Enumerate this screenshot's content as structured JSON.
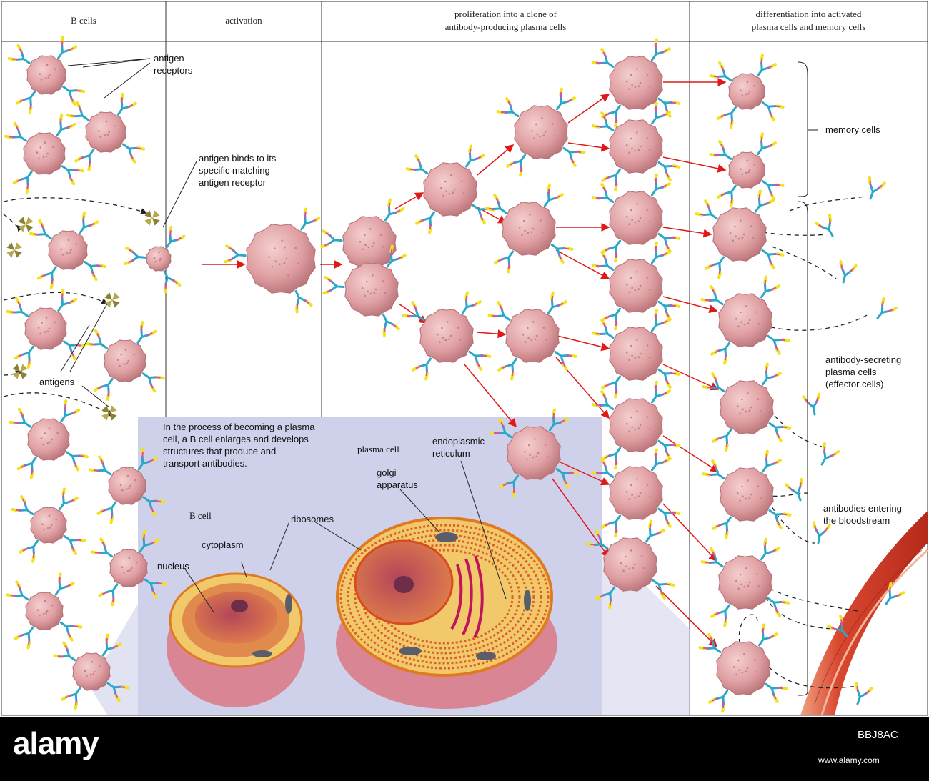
{
  "columns": {
    "b_cells": "B cells",
    "activation": "activation",
    "proliferation": "proliferation into a clone of\nantibody-producing plasma cells",
    "differentiation": "differentiation into activated\nplasma cells and memory cells"
  },
  "labels": {
    "antigen_receptors": "antigen\nreceptors",
    "antigen_binds": "antigen binds to its\nspecific matching\nantigen receptor",
    "antigens": "antigens",
    "memory_cells": "memory cells",
    "antibody_secreting": "antibody-secreting\nplasma cells\n(effector cells)",
    "antibodies_entering": "antibodies entering\nthe bloodstream"
  },
  "inset": {
    "caption": "In the process of becoming a plasma\ncell, a B cell enlarges and develops\nstructures that produce and\ntransport antibodies.",
    "b_cell_title": "B cell",
    "plasma_cell_title": "plasma cell",
    "nucleus": "nucleus",
    "cytoplasm": "cytoplasm",
    "ribosomes": "ribosomes",
    "golgi": "golgi\napparatus",
    "er": "endoplasmic\nreticulum"
  },
  "watermark": {
    "brand": "alamy",
    "image_id": "BBJ8AC",
    "url": "www.alamy.com"
  },
  "colors": {
    "cell_fill": "#e4a9aa",
    "cell_dark": "#bf7c80",
    "arrow_red": "#e01818",
    "inset_bg": "#cfd0ea",
    "vessel": "#d9472f"
  }
}
